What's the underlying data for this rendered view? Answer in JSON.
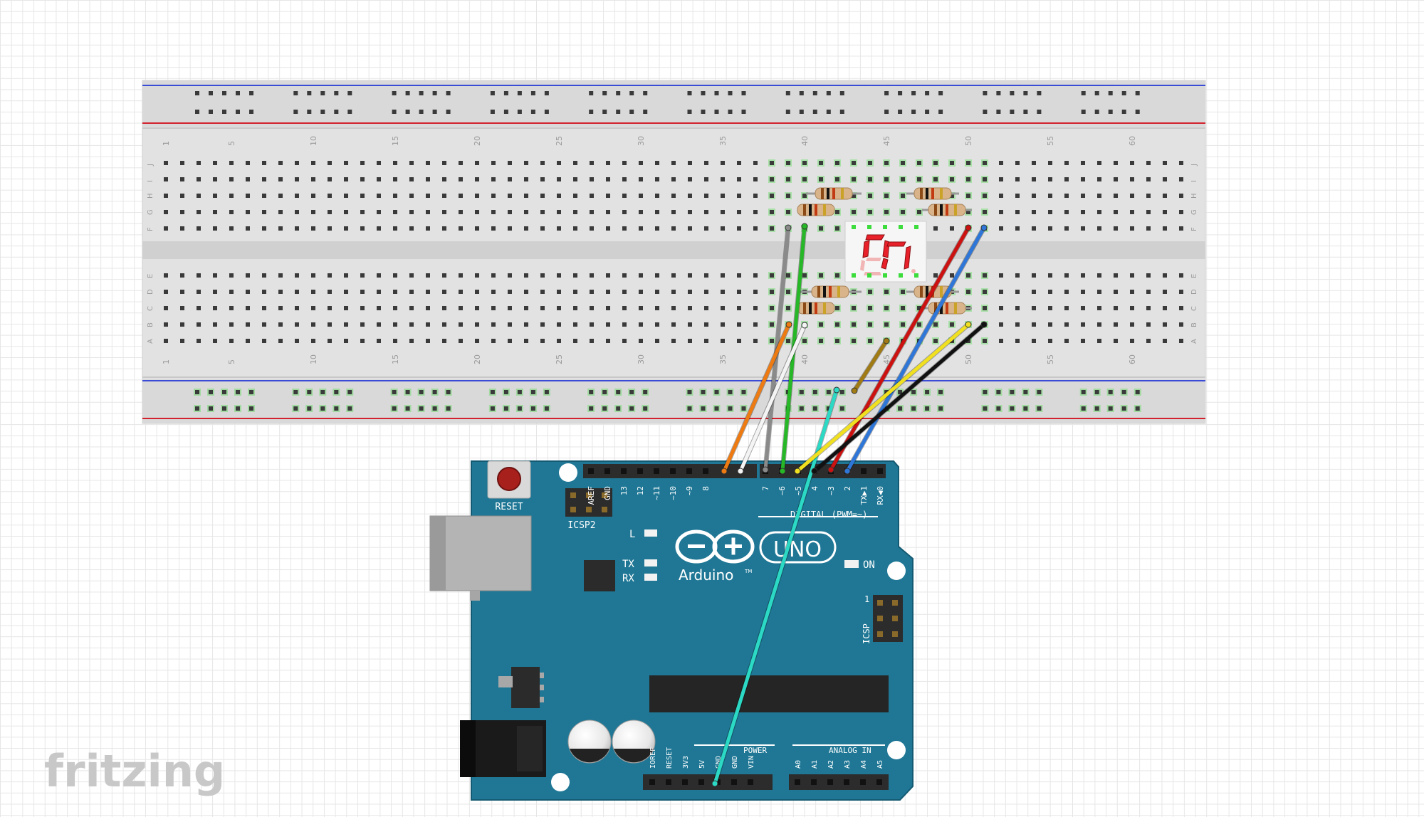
{
  "app": {
    "watermark": "fritzing"
  },
  "breadboard": {
    "column_numbers": [
      "1",
      "5",
      "10",
      "15",
      "20",
      "25",
      "30",
      "35",
      "40",
      "45",
      "50",
      "55",
      "60"
    ],
    "top_row_letters": [
      "J",
      "I",
      "H",
      "G",
      "F"
    ],
    "bottom_row_letters": [
      "E",
      "D",
      "C",
      "B",
      "A"
    ]
  },
  "arduino": {
    "reset_label": "RESET",
    "icsp2_label": "ICSP2",
    "icsp_label": "ICSP",
    "icsp_pin1": "1",
    "digital_label": "DIGITAL (PWM=~)",
    "digital_pins": [
      "AREF",
      "GND",
      "13",
      "12",
      "~11",
      "~10",
      "~9",
      "8",
      "7",
      "~6",
      "~5",
      "4",
      "~3",
      "2",
      "TX▶1",
      "RX◀0"
    ],
    "led_l": "L",
    "led_tx": "TX",
    "led_rx": "RX",
    "led_on": "ON",
    "brand_name": "Arduino",
    "trademark": "TM",
    "model": "UNO",
    "power_label": "POWER",
    "power_pins": [
      "IOREF",
      "RESET",
      "3V3",
      "5V",
      "GND",
      "GND",
      "VIN"
    ],
    "analog_label": "ANALOG IN",
    "analog_pins": [
      "A0",
      "A1",
      "A2",
      "A3",
      "A4",
      "A5"
    ]
  },
  "colors": {
    "board": "#1f7795",
    "board_dark": "#145a72",
    "breadboard": "#e5e5e5",
    "rail_red": "#d2222d",
    "rail_blue": "#3b4cd6",
    "segment_red": "#e8202a",
    "highlight_green": "#3ddc3d"
  },
  "wires": [
    {
      "color": "#8a8a8a",
      "name": "gray"
    },
    {
      "color": "#26b826",
      "name": "green"
    },
    {
      "color": "#ee7a12",
      "name": "orange"
    },
    {
      "color": "#f4f4f4",
      "name": "white"
    },
    {
      "color": "#2bd9c4",
      "name": "cyan"
    },
    {
      "color": "#a07a12",
      "name": "ochre"
    },
    {
      "color": "#cc1111",
      "name": "red"
    },
    {
      "color": "#2e76d8",
      "name": "blue"
    },
    {
      "color": "#f0e020",
      "name": "yellow"
    },
    {
      "color": "#111111",
      "name": "black"
    }
  ],
  "icons": [
    "reset-button-icon",
    "usb-connector-icon",
    "barrel-jack-icon",
    "capacitor-icon",
    "voltage-regulator-icon",
    "infinity-logo-icon"
  ]
}
